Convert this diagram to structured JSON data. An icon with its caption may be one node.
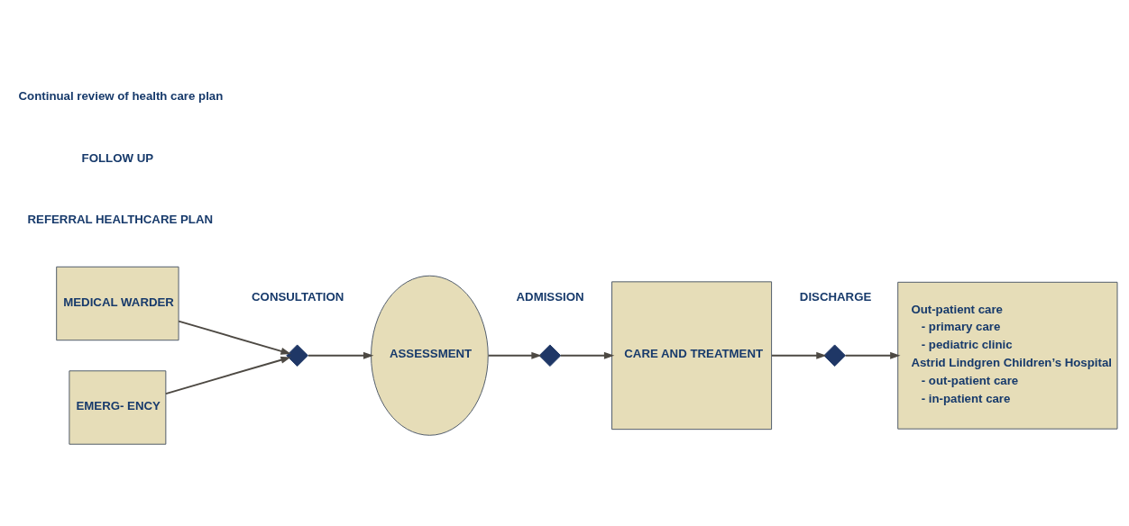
{
  "diagram": {
    "nodes": [
      {
        "text": [
          "MEDICAL WARDER"
        ]
      },
      {
        "text": [
          "EMERG- ENCY"
        ]
      },
      {
        "text": [],
        "shape": "diamond",
        "beside": [
          "CONSULTATION"
        ]
      },
      {
        "text": [
          "ASSESSMENT"
        ]
      },
      {
        "text": [],
        "shape": "diamond",
        "beside": [
          "ADMISSION"
        ]
      },
      {
        "text": [
          "CARE AND TREATMENT"
        ]
      },
      {
        "text": [],
        "shape": "diamond",
        "beside": [
          "DISCHARGE"
        ]
      },
      {
        "text": [
          "Out-patient care",
          "- primary care",
          "- pediatric clinic",
          "Astrid Lindgren Children’s Hospital",
          "- out-patient care",
          "- in-patient care"
        ]
      }
    ],
    "edges": [
      {
        "from": 0,
        "to": 2,
        "arrow": "to"
      },
      {
        "from": 1,
        "to": 2,
        "arrow": "to"
      },
      {
        "from": 2,
        "to": 3,
        "arrow": "to"
      },
      {
        "from": 3,
        "to": 4,
        "arrow": "to"
      },
      {
        "from": 4,
        "to": 5,
        "arrow": "to"
      },
      {
        "from": 5,
        "to": 6,
        "arrow": "to"
      },
      {
        "from": 6,
        "to": 7,
        "arrow": "to"
      }
    ],
    "labels": [
      "REFERRAL HEALTHCARE PLAN",
      "FOLLOW UP",
      "Continual review of health care plan"
    ]
  }
}
